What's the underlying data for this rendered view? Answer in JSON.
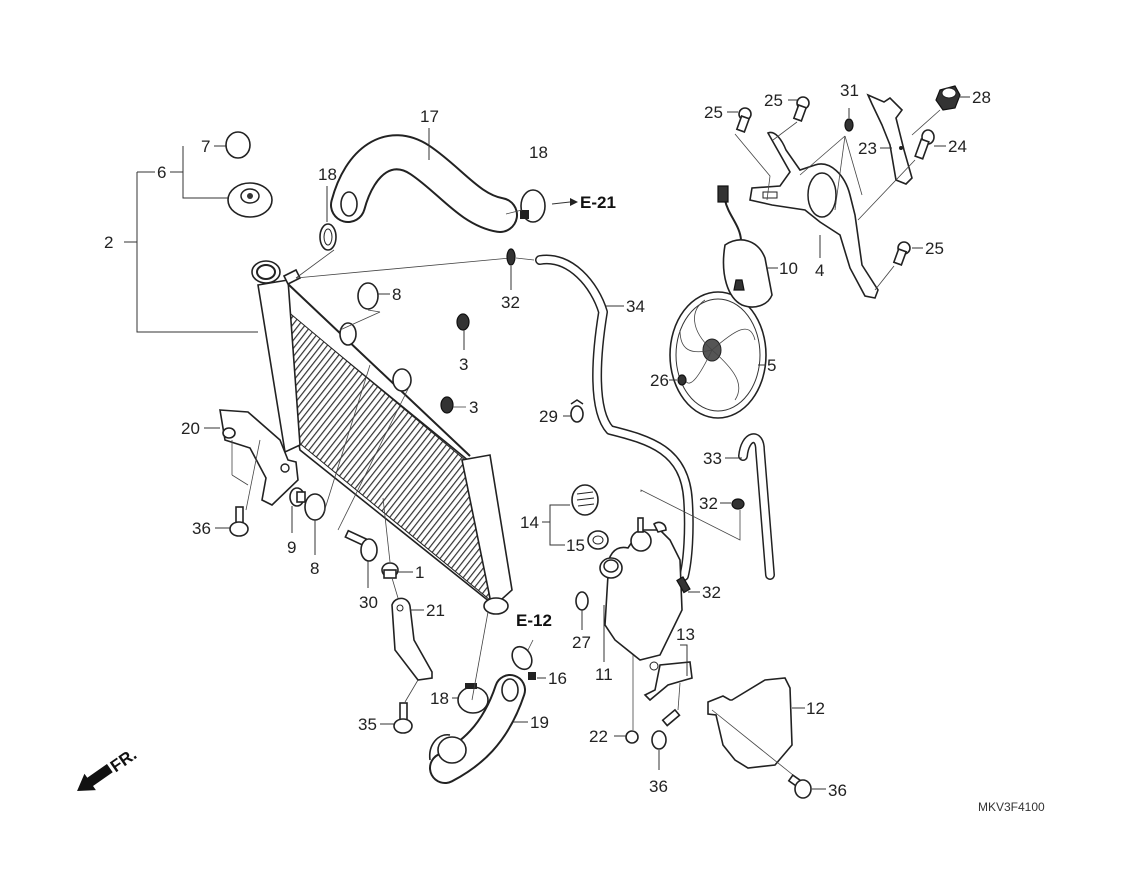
{
  "diagram": {
    "title": "Radiator / Cooling System Exploded Parts Diagram",
    "code": "MKV3F4100",
    "direction_indicator": "FR.",
    "references": [
      {
        "id": "ref-e21",
        "label": "E-21"
      },
      {
        "id": "ref-e12",
        "label": "E-12"
      }
    ],
    "callouts": [
      {
        "id": "c1",
        "label": "1"
      },
      {
        "id": "c2",
        "label": "2"
      },
      {
        "id": "c3a",
        "label": "3"
      },
      {
        "id": "c3b",
        "label": "3"
      },
      {
        "id": "c4",
        "label": "4"
      },
      {
        "id": "c5",
        "label": "5"
      },
      {
        "id": "c6",
        "label": "6"
      },
      {
        "id": "c7",
        "label": "7"
      },
      {
        "id": "c8a",
        "label": "8"
      },
      {
        "id": "c8b",
        "label": "8"
      },
      {
        "id": "c9",
        "label": "9"
      },
      {
        "id": "c10",
        "label": "10"
      },
      {
        "id": "c11",
        "label": "11"
      },
      {
        "id": "c12",
        "label": "12"
      },
      {
        "id": "c13",
        "label": "13"
      },
      {
        "id": "c14",
        "label": "14"
      },
      {
        "id": "c15",
        "label": "15"
      },
      {
        "id": "c16",
        "label": "16"
      },
      {
        "id": "c17",
        "label": "17"
      },
      {
        "id": "c18a",
        "label": "18"
      },
      {
        "id": "c18b",
        "label": "18"
      },
      {
        "id": "c18c",
        "label": "18"
      },
      {
        "id": "c19",
        "label": "19"
      },
      {
        "id": "c20",
        "label": "20"
      },
      {
        "id": "c21",
        "label": "21"
      },
      {
        "id": "c22",
        "label": "22"
      },
      {
        "id": "c23",
        "label": "23"
      },
      {
        "id": "c24",
        "label": "24"
      },
      {
        "id": "c25a",
        "label": "25"
      },
      {
        "id": "c25b",
        "label": "25"
      },
      {
        "id": "c25c",
        "label": "25"
      },
      {
        "id": "c26",
        "label": "26"
      },
      {
        "id": "c27",
        "label": "27"
      },
      {
        "id": "c28",
        "label": "28"
      },
      {
        "id": "c29",
        "label": "29"
      },
      {
        "id": "c30",
        "label": "30"
      },
      {
        "id": "c31",
        "label": "31"
      },
      {
        "id": "c32a",
        "label": "32"
      },
      {
        "id": "c32b",
        "label": "32"
      },
      {
        "id": "c32c",
        "label": "32"
      },
      {
        "id": "c33",
        "label": "33"
      },
      {
        "id": "c34",
        "label": "34"
      },
      {
        "id": "c35",
        "label": "35"
      },
      {
        "id": "c36a",
        "label": "36"
      },
      {
        "id": "c36b",
        "label": "36"
      },
      {
        "id": "c36c",
        "label": "36"
      }
    ]
  }
}
